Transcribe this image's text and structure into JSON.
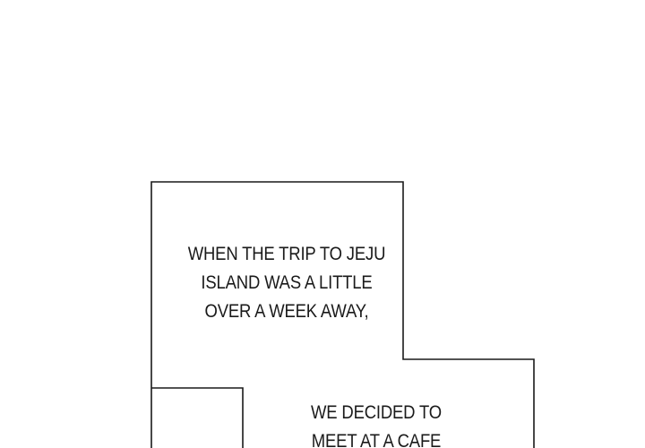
{
  "captions": {
    "first": {
      "lines": [
        "WHEN THE TRIP TO JEJU",
        "ISLAND WAS A LITTLE",
        "OVER A WEEK AWAY,"
      ]
    },
    "second": {
      "lines": [
        "WE DECIDED TO",
        "MEET AT A CAFE"
      ]
    }
  },
  "colors": {
    "background": "#ffffff",
    "border": "#1a1a1a",
    "text": "#1a1a1a"
  }
}
